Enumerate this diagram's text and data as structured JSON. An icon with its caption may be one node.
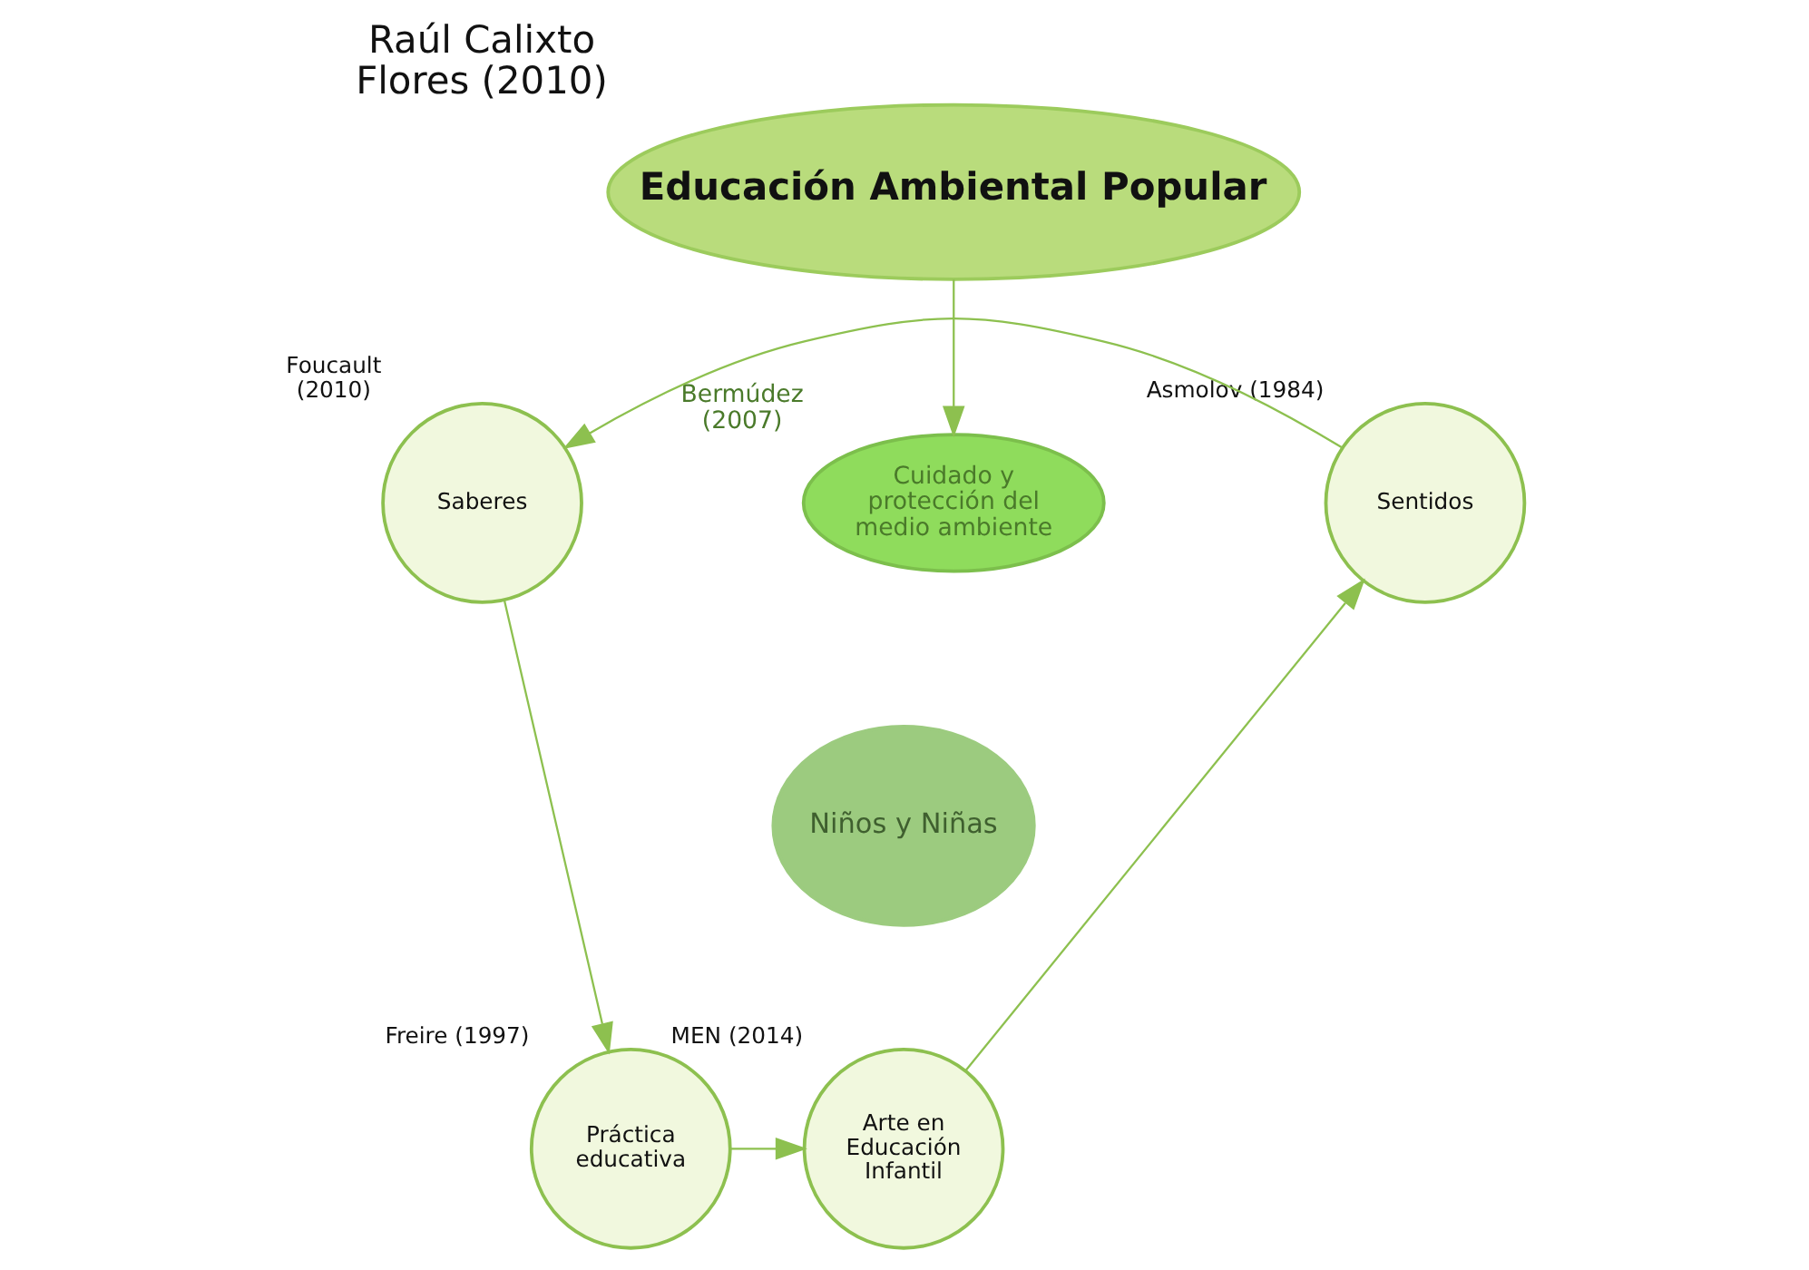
{
  "diagram": {
    "nodes": [
      {
        "text": [
          "Educación Ambiental Popular"
        ],
        "beside": [
          "Raúl Calixto Flores (2010)"
        ]
      },
      {
        "text": [
          "Cuidado y protección del medio ambiente"
        ],
        "beside": [
          "Bermúdez (2007)"
        ]
      },
      {
        "text": [
          "Niños y Niñas"
        ]
      },
      {
        "text": [
          "Saberes"
        ],
        "beside": [
          "Foucault (2010)"
        ]
      },
      {
        "text": [
          "Sentidos"
        ],
        "beside": [
          "Asmolov (1984)"
        ]
      },
      {
        "text": [
          "Práctica educativa"
        ],
        "beside": [
          "Freire (1997)"
        ]
      },
      {
        "text": [
          "Arte en Educación Infantil"
        ],
        "beside": [
          "MEN (2014)"
        ]
      }
    ],
    "edges": [
      {
        "from": 0,
        "to": 1,
        "arrow": "to"
      },
      {
        "from": 4,
        "to": 3,
        "arrow": "to"
      },
      {
        "from": 3,
        "to": 5,
        "arrow": "to"
      },
      {
        "from": 5,
        "to": 6,
        "arrow": "to"
      },
      {
        "from": 6,
        "to": 4,
        "arrow": "to"
      }
    ]
  }
}
